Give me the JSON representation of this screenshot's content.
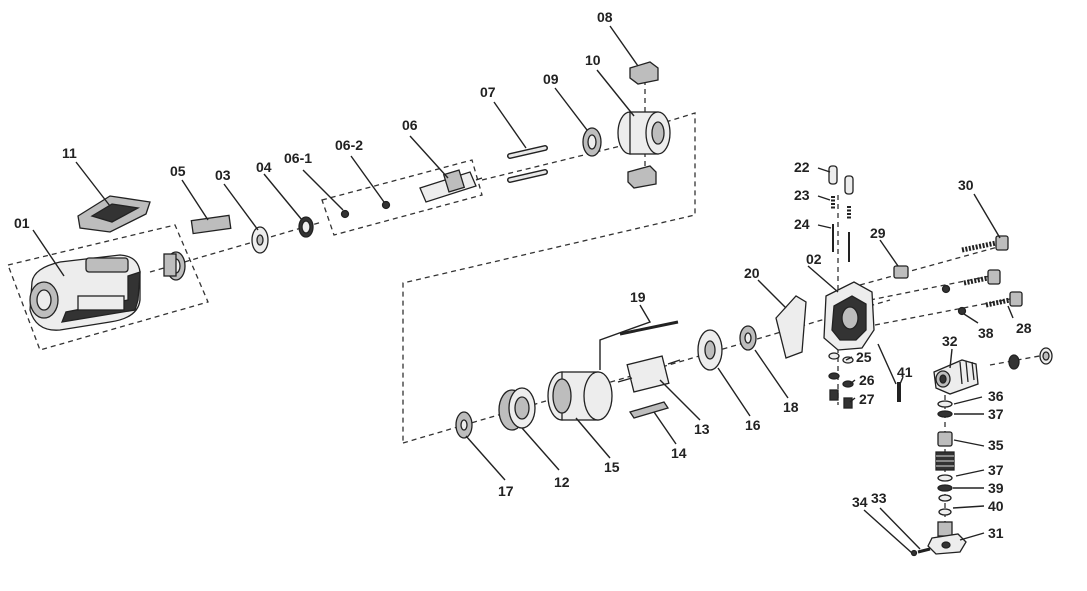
{
  "labels": {
    "p01": "01",
    "p02": "02",
    "p03": "03",
    "p04": "04",
    "p05": "05",
    "p06": "06",
    "p06_1": "06-1",
    "p06_2": "06-2",
    "p07": "07",
    "p08": "08",
    "p09": "09",
    "p10": "10",
    "p11": "11",
    "p12": "12",
    "p13": "13",
    "p14": "14",
    "p15": "15",
    "p16": "16",
    "p17": "17",
    "p18": "18",
    "p19": "19",
    "p20": "20",
    "p22": "22",
    "p23": "23",
    "p24": "24",
    "p25": "25",
    "p26": "26",
    "p27": "27",
    "p28": "28",
    "p29": "29",
    "p30": "30",
    "p31": "31",
    "p32": "32",
    "p33": "33",
    "p34": "34",
    "p35": "35",
    "p36": "36",
    "p37a": "37",
    "p37b": "37",
    "p38": "38",
    "p39": "39",
    "p40": "40",
    "p41": "41"
  }
}
